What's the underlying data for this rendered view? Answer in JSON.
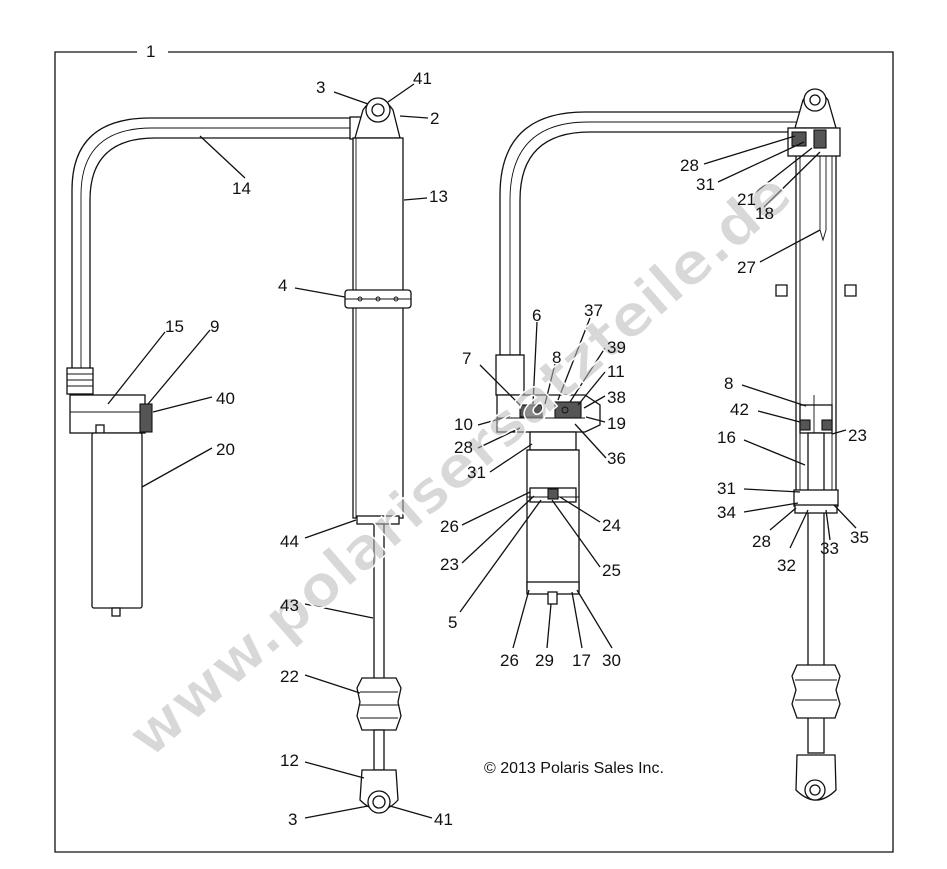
{
  "diagram": {
    "frame_label": "1",
    "copyright": "© 2013 Polaris Sales Inc.",
    "watermark": "www.polarisersatzteile.de",
    "callouts": {
      "c1": "3",
      "c2": "41",
      "c3": "2",
      "c4": "14",
      "c5": "13",
      "c6": "4",
      "c7": "15",
      "c8": "9",
      "c9": "40",
      "c10": "20",
      "c11": "44",
      "c12": "43",
      "c13": "22",
      "c14": "12",
      "c15": "3",
      "c16": "41",
      "c17": "6",
      "c18": "37",
      "c19": "8",
      "c20": "39",
      "c21": "7",
      "c22": "11",
      "c23": "38",
      "c24": "10",
      "c25": "19",
      "c26": "28",
      "c27": "36",
      "c28": "31",
      "c29": "26",
      "c30": "24",
      "c31": "23",
      "c32": "25",
      "c33": "5",
      "c34": "26",
      "c35": "29",
      "c36": "17",
      "c37": "30",
      "c38": "28",
      "c39": "31",
      "c40": "21",
      "c41": "18",
      "c42": "27",
      "c43": "8",
      "c44": "42",
      "c45": "23",
      "c46": "16",
      "c47": "31",
      "c48": "34",
      "c49": "28",
      "c50": "32",
      "c51": "33",
      "c52": "35"
    }
  }
}
